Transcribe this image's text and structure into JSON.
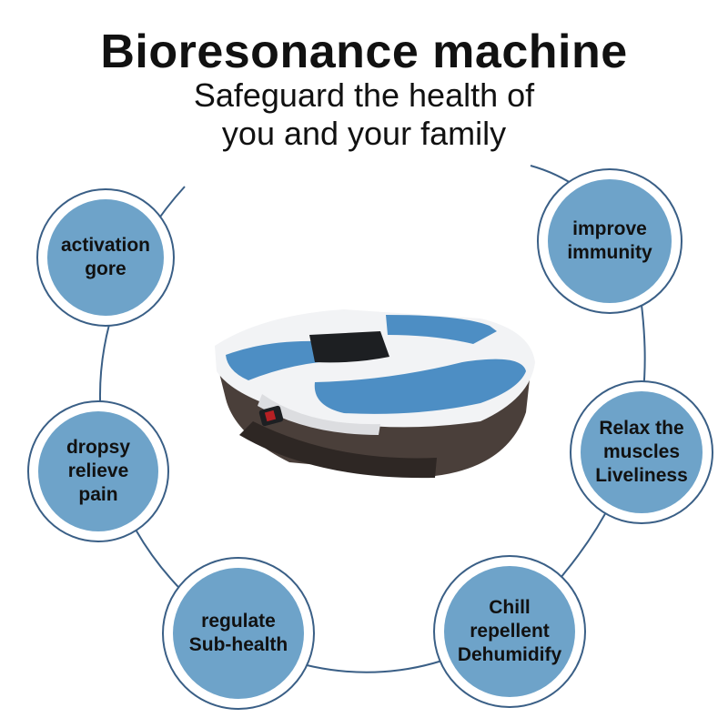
{
  "header": {
    "title": "Bioresonance machine",
    "subtitle_line1": "Safeguard the health of",
    "subtitle_line2": "you and your family"
  },
  "features": [
    {
      "line1": "activation",
      "line2": "gore"
    },
    {
      "line1": "dropsy",
      "line2": "relieve",
      "line3": "pain"
    },
    {
      "line1": "regulate",
      "line2": "Sub-health"
    },
    {
      "line1": "Chill",
      "line2": "repellent",
      "line3": "Dehumidify"
    },
    {
      "line1": "Relax the",
      "line2": "muscles",
      "line3": "Liveliness"
    },
    {
      "line1": "improve",
      "line2": "immunity"
    }
  ],
  "colors": {
    "circle_fill": "#6ea3c9",
    "circle_ring": "#3a5f86",
    "device_top": "#f2f3f5",
    "device_pad": "#4d8ec4",
    "device_base": "#4a3f3a"
  },
  "product": {
    "icon": "foot-massager-device"
  }
}
